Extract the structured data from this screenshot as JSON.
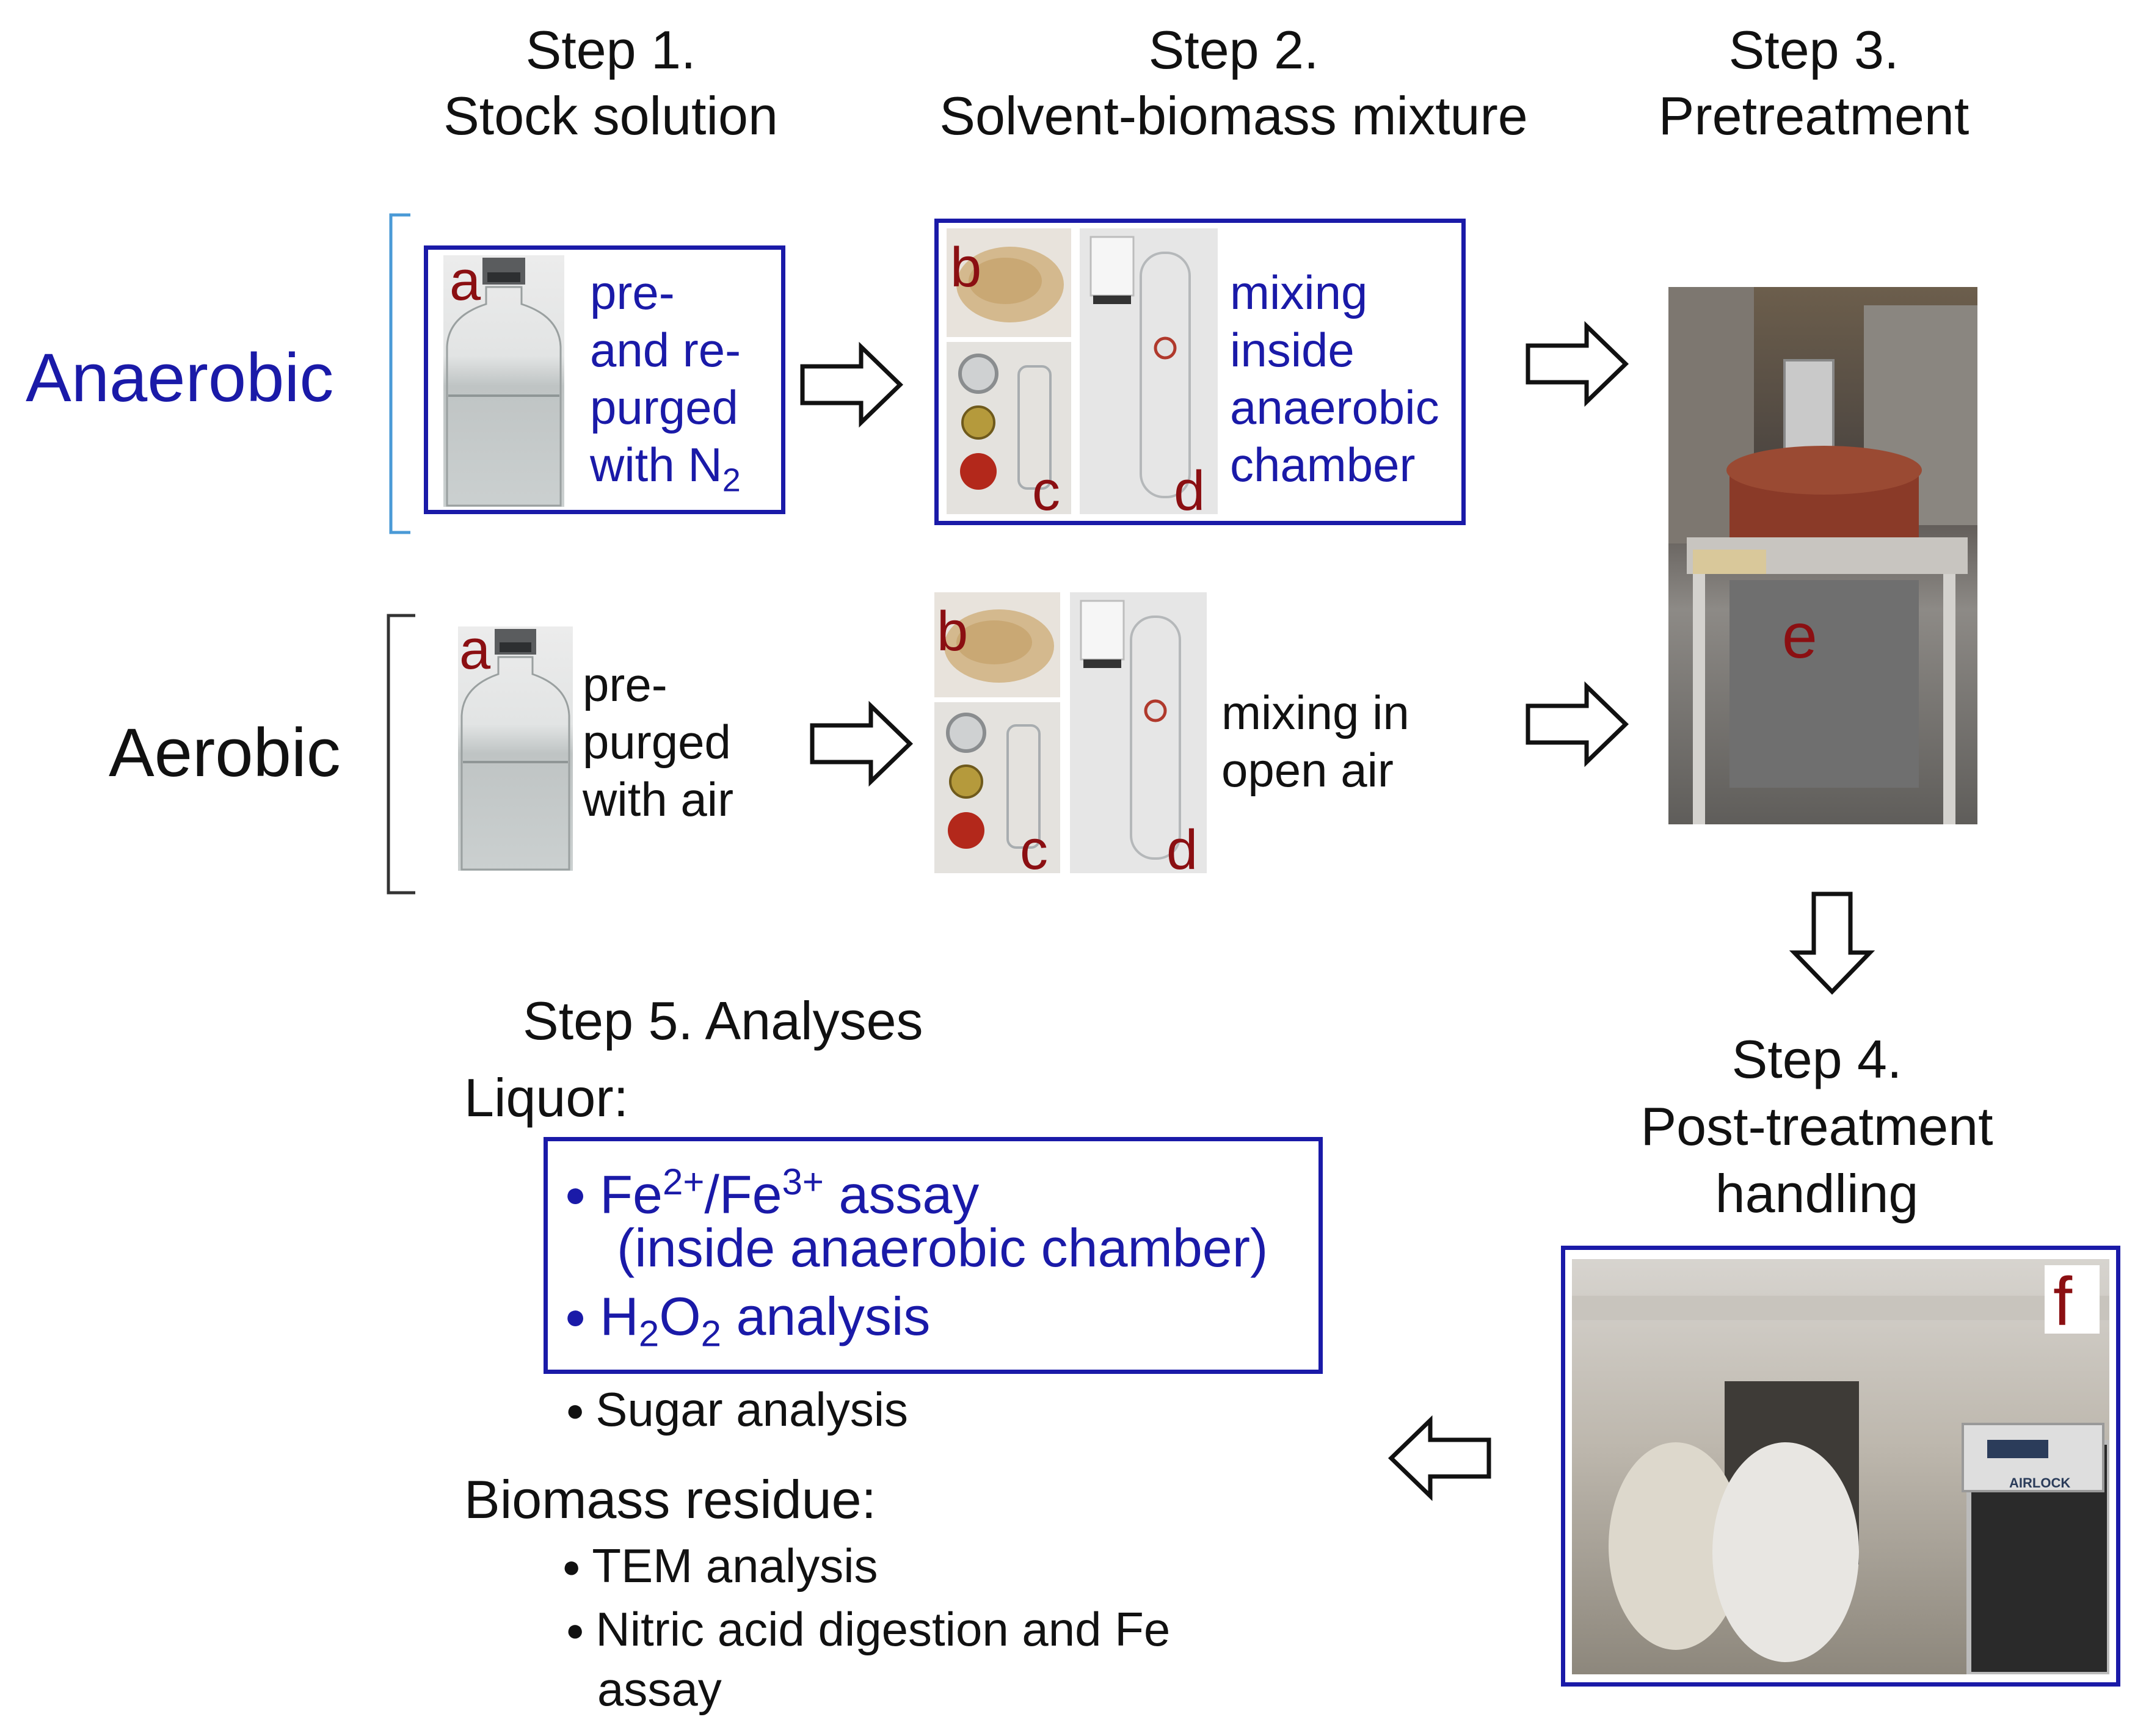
{
  "steps": {
    "step1": {
      "line1": "Step 1.",
      "line2": "Stock solution"
    },
    "step2": {
      "line1": "Step 2.",
      "line2": "Solvent-biomass mixture"
    },
    "step3": {
      "line1": "Step 3.",
      "line2": "Pretreatment"
    },
    "step4": {
      "line1": "Step 4.",
      "line2": "Post-treatment",
      "line3": "handling"
    },
    "step5": {
      "title": "Step 5. Analyses"
    }
  },
  "conditions": {
    "anaerobic": "Anaerobic",
    "aerobic": "Aerobic"
  },
  "anaerobic": {
    "stock_note": [
      "pre-",
      "and re-",
      "purged",
      "with N"
    ],
    "stock_note_subscript": "2",
    "mix_note": [
      "mixing",
      "inside",
      "anaerobic",
      "chamber"
    ]
  },
  "aerobic": {
    "stock_note": [
      "pre-",
      "purged",
      "with air"
    ],
    "mix_note": [
      "mixing in",
      "open air"
    ]
  },
  "photo_letters": {
    "a": "a",
    "b": "b",
    "c": "c",
    "d": "d",
    "e": "e",
    "f": "f"
  },
  "glovebox_label": "AIRLOCK",
  "analyses": {
    "liquor_heading": "Liquor:",
    "liquor_boxed": [
      {
        "parts": [
          "Fe",
          "2+",
          "/Fe",
          "3+",
          " assay"
        ]
      },
      {
        "text": "(inside anaerobic chamber)"
      },
      {
        "parts": [
          "H",
          "2",
          "O",
          "2",
          " analysis"
        ]
      }
    ],
    "liquor_other": "Sugar analysis",
    "residue_heading": "Biomass residue:",
    "residue_items": [
      "TEM analysis",
      "Nitric acid digestion and Fe",
      "assay"
    ]
  },
  "colors": {
    "blue": "#1a1aa8",
    "letter_red": "#8b0f12",
    "bracket_anaerobic": "#4a9ad6"
  }
}
